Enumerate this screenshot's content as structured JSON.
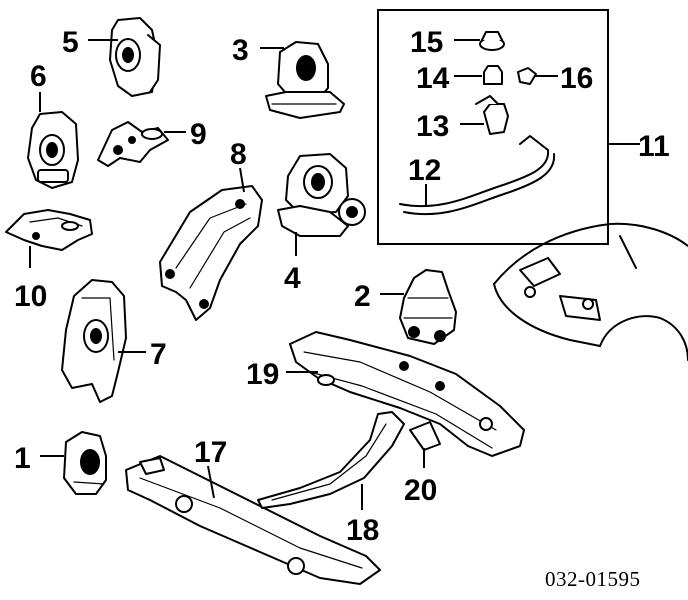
{
  "callouts": {
    "c1": "1",
    "c2": "2",
    "c4": "4",
    "c5": "5",
    "c6": "6",
    "c7": "7",
    "c8": "8",
    "c9": "9",
    "c10": "10",
    "c11": "11",
    "c12": "12",
    "c13": "13",
    "c14": "14",
    "c15": "15",
    "c16": "16",
    "c17": "17",
    "c18": "18",
    "c19": "19",
    "c20": "20",
    "c3": "3"
  },
  "reference_code": "032-01595"
}
